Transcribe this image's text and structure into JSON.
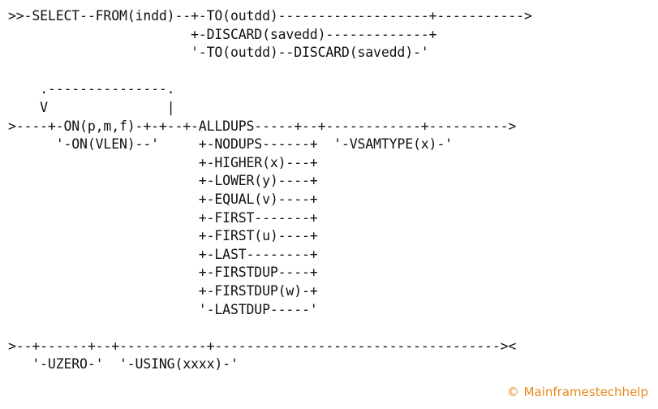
{
  "syntax_lines": [
    ">>-SELECT--FROM(indd)--+-TO(outdd)-------------------+----------->",
    "                       +-DISCARD(savedd)-------------+",
    "                       '-TO(outdd)--DISCARD(savedd)-'",
    "",
    "    .---------------.",
    "    V               |",
    ">----+-ON(p,m,f)-+-+--+-ALLDUPS-----+--+------------+---------->",
    "      '-ON(VLEN)--'     +-NODUPS------+  '-VSAMTYPE(x)-'",
    "                        +-HIGHER(x)---+",
    "                        +-LOWER(y)----+",
    "                        +-EQUAL(v)----+",
    "                        +-FIRST-------+",
    "                        +-FIRST(u)----+",
    "                        +-LAST--------+",
    "                        +-FIRSTDUP----+",
    "                        +-FIRSTDUP(w)-+",
    "                        '-LASTDUP-----'",
    "",
    ">--+------+--+-----------+------------------------------------><",
    "   '-UZERO-'  '-USING(xxxx)-'"
  ],
  "copyright": {
    "symbol": "©",
    "text": "Mainframestechhelp"
  }
}
